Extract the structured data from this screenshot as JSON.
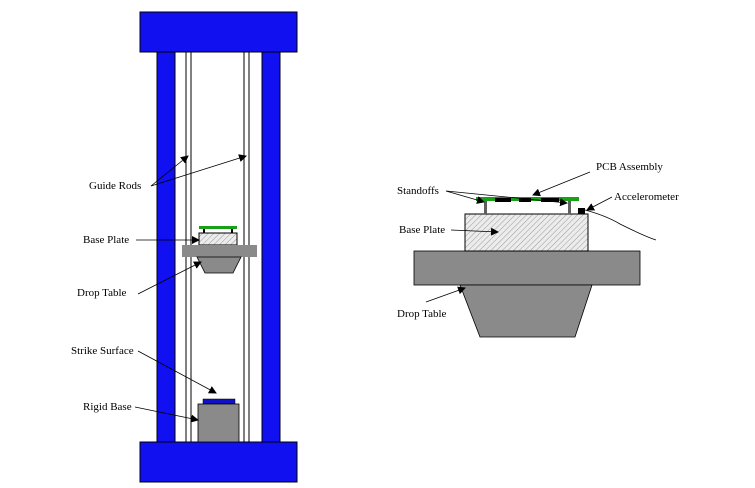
{
  "colors": {
    "frame_blue": "#1010f0",
    "gray": "#8a8a8a",
    "pcb_green": "#18a018",
    "line": "#000000",
    "hatch_bg": "#ececec"
  },
  "left": {
    "labels": {
      "guide_rods": "Guide Rods",
      "base_plate": "Base Plate",
      "drop_table": "Drop Table",
      "strike_surface": "Strike Surface",
      "rigid_base": "Rigid Base"
    }
  },
  "right": {
    "labels": {
      "pcb_assembly": "PCB Assembly",
      "standoffs": "Standoffs",
      "accelerometer": "Accelerometer",
      "base_plate": "Base Plate",
      "drop_table": "Drop Table"
    }
  }
}
